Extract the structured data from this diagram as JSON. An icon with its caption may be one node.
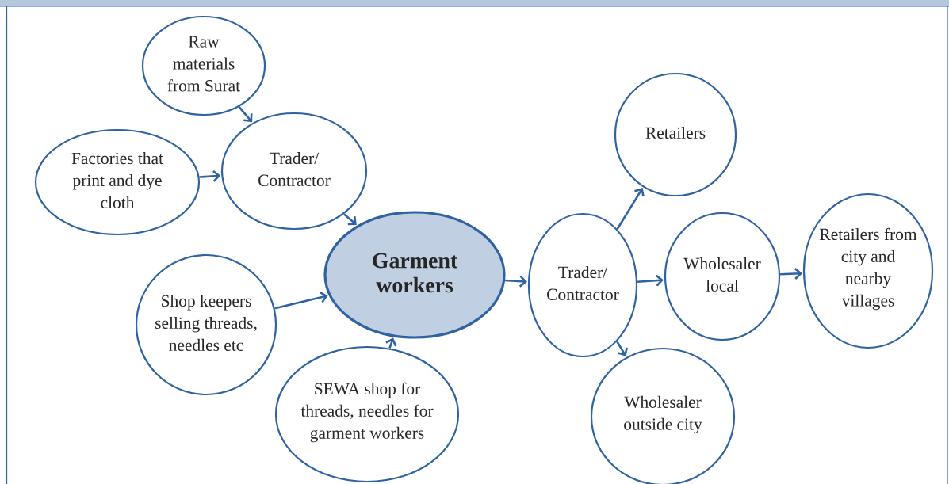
{
  "diagram": {
    "nodes": [
      {
        "text": [
          "Raw materials from Surat"
        ]
      },
      {
        "text": [
          "Factories that print and dye cloth"
        ]
      },
      {
        "text": [
          "Trader/ Contractor"
        ]
      },
      {
        "text": [
          "Garment workers"
        ]
      },
      {
        "text": [
          "Shop keepers selling threads, needles etc"
        ]
      },
      {
        "text": [
          "SEWA shop for threads, needles for garment workers"
        ]
      },
      {
        "text": [
          "Trader/ Contractor"
        ]
      },
      {
        "text": [
          "Retailers"
        ]
      },
      {
        "text": [
          "Wholesaler local"
        ]
      },
      {
        "text": [
          "Retailers from city and nearby villages"
        ]
      },
      {
        "text": [
          "Wholesaler outside city"
        ]
      }
    ],
    "edges": [
      {
        "from": 0,
        "to": 2,
        "arrow": "to"
      },
      {
        "from": 1,
        "to": 2,
        "arrow": "to"
      },
      {
        "from": 2,
        "to": 3,
        "arrow": "to"
      },
      {
        "from": 4,
        "to": 3,
        "arrow": "to"
      },
      {
        "from": 5,
        "to": 3,
        "arrow": "to"
      },
      {
        "from": 3,
        "to": 6,
        "arrow": "to"
      },
      {
        "from": 6,
        "to": 7,
        "arrow": "to"
      },
      {
        "from": 6,
        "to": 8,
        "arrow": "to"
      },
      {
        "from": 8,
        "to": 9,
        "arrow": "to"
      },
      {
        "from": 6,
        "to": 10,
        "arrow": "to"
      }
    ]
  }
}
